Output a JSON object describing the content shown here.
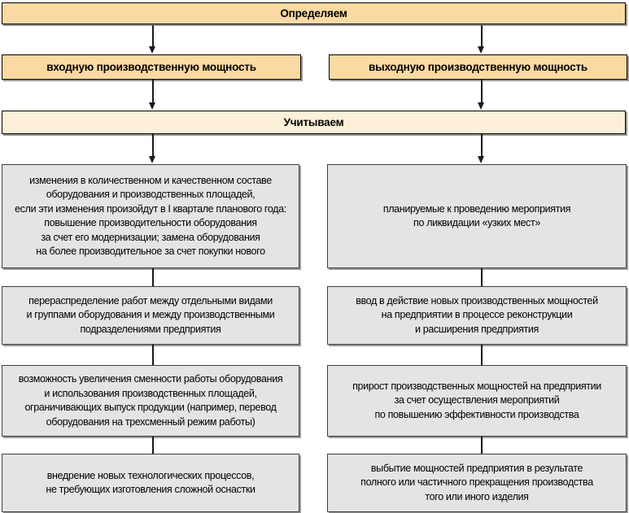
{
  "colors": {
    "banner_fill": "#FBD9A3",
    "consider_fill": "#FDF0D8",
    "gray_fill": "#E4E4E6",
    "peach_border": "#000000",
    "gray_border": "#3F3F3F",
    "line_color": "#1A1A1A",
    "shadow": "#9A9A9A",
    "background": "#FFFFFF",
    "text": "#000000"
  },
  "diagram": {
    "define_banner": "Определяем",
    "consider_banner": "Учитываем",
    "left_branch": {
      "header": "входную производственную мощность",
      "boxes": [
        "изменения в количественном и качественном составе\nоборудования и производственных площадей,\nесли эти изменения произойдут в I квартале планового года:\nповышение производительности оборудования\nза счет его модернизации; замена оборудования\nна более производительное за счет покупки нового",
        "перераспределение работ между отдельными видами\nи группами оборудования и между производственными\nподразделениями предприятия",
        "возможность увеличения сменности работы оборудования\nи использования производственных площадей,\nограничивающих выпуск продукции (например, перевод\nоборудования на трехсменный режим работы)",
        "внедрение новых технологических процессов,\nне требующих изготовления сложной оснастки"
      ]
    },
    "right_branch": {
      "header": "выходную производственную мощность",
      "boxes": [
        "планируемые к проведению мероприятия\nпо ликвидации «узких мест»",
        "ввод в действие новых производственных мощностей\nна предприятии в процессе реконструкции\nи расширения предприятия",
        "прирост производственных мощностей на предприятии\nза счет осуществления мероприятий\nпо повышению эффективности производства",
        "выбытие мощностей предприятия в результате\nполного или частичного прекращения производства\nтого или иного изделия"
      ]
    }
  }
}
